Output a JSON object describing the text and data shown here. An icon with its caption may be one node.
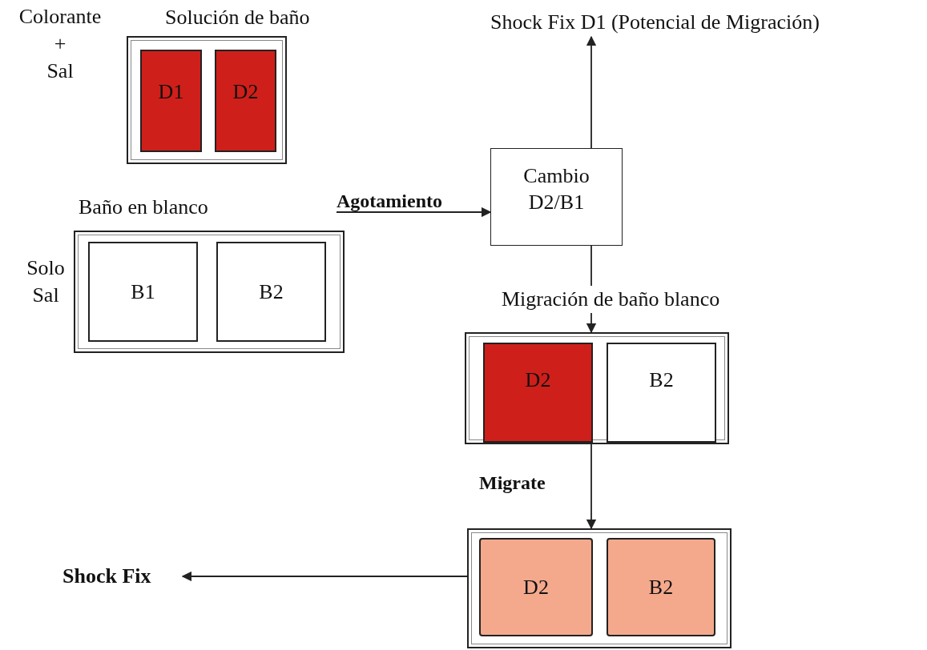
{
  "diagram": {
    "nodes": [
      {
        "text": [
          "Solución de baño"
        ],
        "beside": [
          "Colorante + Sal"
        ]
      },
      {
        "text": [
          "D1"
        ],
        "in": 0
      },
      {
        "text": [
          "D2"
        ],
        "in": 0
      },
      {
        "text": [
          "Baño en blanco"
        ],
        "beside": [
          "Solo Sal"
        ]
      },
      {
        "text": [
          "B1"
        ],
        "in": 3
      },
      {
        "text": [
          "B2"
        ],
        "in": 3
      },
      {
        "text": [
          "Cambio D2/B1"
        ]
      },
      {
        "text": [
          "Shock Fix D1 (Potencial de Migración)"
        ]
      },
      {
        "text": [
          "Migración de baño blanco"
        ]
      },
      {
        "text": [
          "D2"
        ],
        "in": 8
      },
      {
        "text": [
          "B2"
        ],
        "in": 8
      },
      {
        "text": [],
        "shape": "box"
      },
      {
        "text": [
          "D2"
        ],
        "in": 11
      },
      {
        "text": [
          "B2"
        ],
        "in": 11
      },
      {
        "text": [
          "Shock Fix"
        ]
      }
    ],
    "edges": [
      {
        "from": null,
        "to": 6,
        "arrow": "to",
        "label": "Agotamiento"
      },
      {
        "from": 6,
        "to": 7,
        "arrow": "to"
      },
      {
        "from": 6,
        "to": 8,
        "arrow": "to"
      },
      {
        "from": 8,
        "to": 11,
        "arrow": "to",
        "label": "Migrate"
      },
      {
        "from": 11,
        "to": 14,
        "arrow": "to"
      }
    ]
  }
}
